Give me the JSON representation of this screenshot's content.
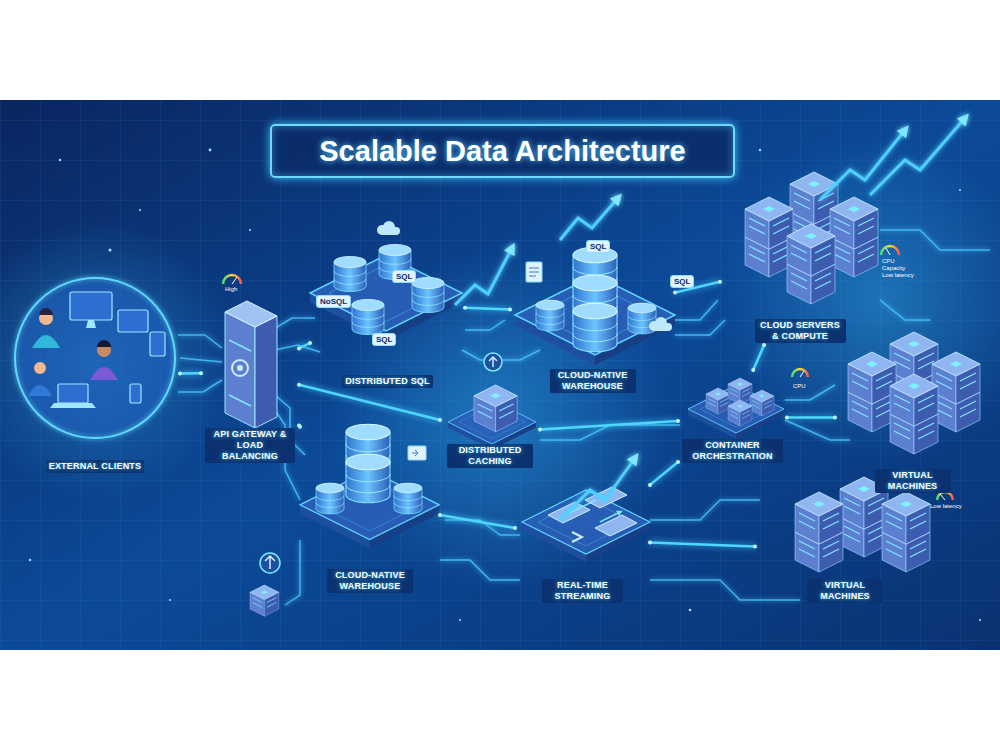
{
  "diagram": {
    "title": "Scalable Data Architecture",
    "nodes": [
      {
        "text": [
          "EXTERNAL CLIENTS"
        ]
      },
      {
        "text": [
          "API GATEWAY & LOAD BALANCING"
        ]
      },
      {
        "text": [
          "DISTRIBUTED SQL"
        ]
      },
      {
        "text": [
          "CLOUD-NATIVE WAREHOUSE"
        ]
      },
      {
        "text": [
          "CLOUD SERVERS & COMPUTE"
        ]
      },
      {
        "text": [
          "DISTRIBUTED CACHING"
        ]
      },
      {
        "text": [
          "CONTAINER ORCHESTRATION"
        ]
      },
      {
        "text": [
          "VIRTUAL MACHINES"
        ]
      },
      {
        "text": [
          "CLOUD-NATIVE WAREHOUSE"
        ]
      },
      {
        "text": [
          "REAL-TIME STREAMING"
        ]
      },
      {
        "text": [
          "VIRTUAL MACHINES"
        ]
      }
    ],
    "edges": [
      {
        "from": 0,
        "to": 1,
        "arrow": "none"
      },
      {
        "from": 1,
        "to": 2,
        "arrow": "none"
      },
      {
        "from": 1,
        "to": 5,
        "arrow": "none"
      },
      {
        "from": 1,
        "to": 8,
        "arrow": "none"
      },
      {
        "from": 2,
        "to": 3,
        "arrow": "none"
      },
      {
        "from": 3,
        "to": 4,
        "arrow": "none"
      },
      {
        "from": 5,
        "to": 6,
        "arrow": "none"
      },
      {
        "from": 8,
        "to": 9,
        "arrow": "none"
      },
      {
        "from": 9,
        "to": 10,
        "arrow": "none"
      },
      {
        "from": 6,
        "to": 7,
        "arrow": "none"
      },
      {
        "from": 6,
        "to": 4,
        "arrow": "none"
      },
      {
        "from": 9,
        "to": 6,
        "arrow": "none"
      }
    ],
    "labels": [
      "High",
      "NoSQL",
      "SQL",
      "SQL",
      "SQL",
      "SQL",
      "CPU",
      "Capacity",
      "Low latency",
      "CPU",
      "Low latency"
    ]
  }
}
